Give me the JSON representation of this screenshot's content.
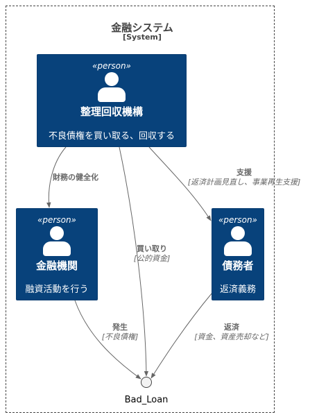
{
  "boundary": {
    "title": "金融システム",
    "subtitle": "[System]"
  },
  "persons": {
    "seiri": {
      "stereotype": "«person»",
      "name": "整理回収機構",
      "description": "不良債権を買い取る、回収する"
    },
    "kinyu": {
      "stereotype": "«person»",
      "name": "金融機関",
      "description": "融資活動を行う"
    },
    "saimu": {
      "stereotype": "«person»",
      "name": "債務者",
      "description": "返済義務"
    }
  },
  "relations": {
    "zaimu": {
      "label": "財務の健全化",
      "technology": ""
    },
    "shien": {
      "label": "支援",
      "technology": "[返済計画見直し、事業再生支援]"
    },
    "kaitori": {
      "label": "買い取り",
      "technology": "[公的資金]"
    },
    "hassei": {
      "label": "発生",
      "technology": "[不良債権]"
    },
    "hensai": {
      "label": "返済",
      "technology": "[資金、資産売却など]"
    }
  },
  "nodes": {
    "bad_loan": {
      "label": "Bad_Loan"
    }
  },
  "colors": {
    "person_fill": "#08427b",
    "person_text": "#ffffff",
    "edge": "#666666",
    "boundary": "#444444"
  }
}
